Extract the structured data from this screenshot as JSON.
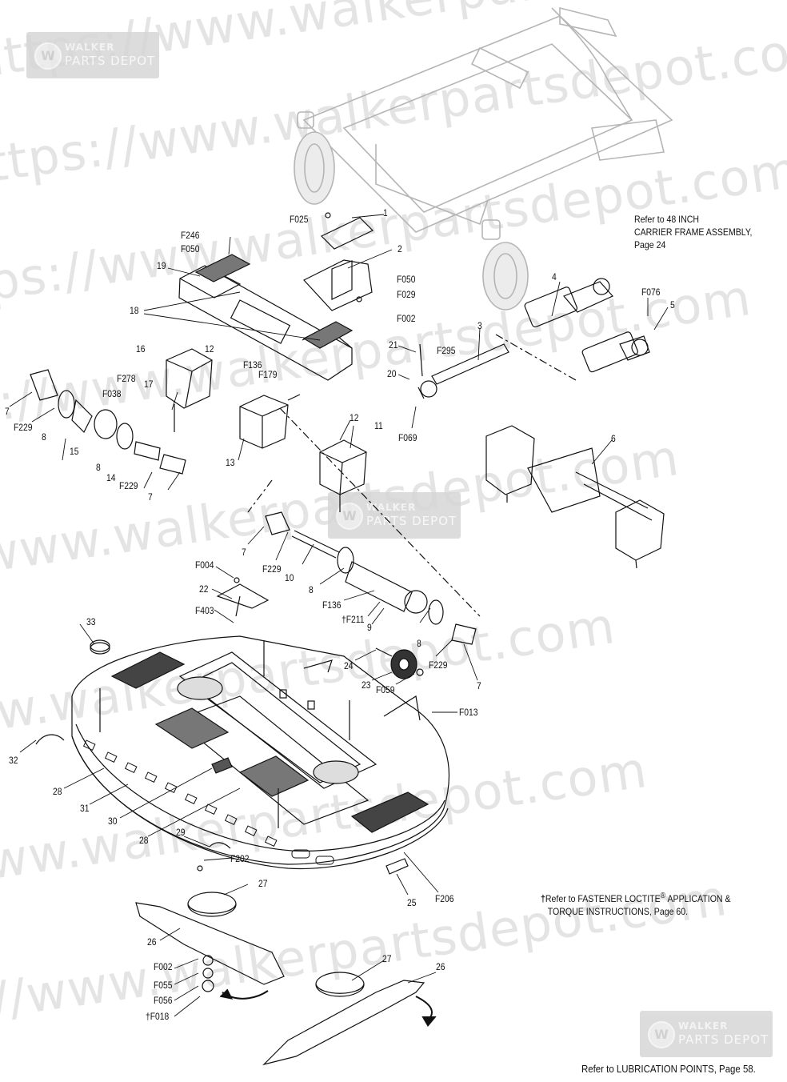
{
  "watermark": {
    "url_text": "https://www.walkerpartsdepot.com",
    "logo_line1": "WALKER",
    "logo_line2": "PARTS DEPOT",
    "logo_mark": "W"
  },
  "notes": {
    "carrier_frame": [
      "Refer to 48 INCH",
      "CARRIER FRAME ASSEMBLY,",
      "Page 24"
    ],
    "loctite_dagger": "†",
    "loctite_line1": "Refer to FASTENER LOCTITE",
    "loctite_reg": "®",
    "loctite_line1_end": " APPLICATION &",
    "loctite_line2": "TORQUE INSTRUCTIONS, Page 60.",
    "lubrication": "Refer to LUBRICATION POINTS, Page 58."
  },
  "callouts": [
    "F025",
    "1",
    "F246",
    "F050",
    "2",
    "F050",
    "F029",
    "F002",
    "19",
    "18",
    "4",
    "F076",
    "5",
    "3",
    "21",
    "F295",
    "20",
    "F069",
    "16",
    "12",
    "F136",
    "F179",
    "F278",
    "F038",
    "17",
    "7",
    "F229",
    "8",
    "15",
    "8",
    "14",
    "F229",
    "7",
    "13",
    "12",
    "11",
    "6",
    "7",
    "F229",
    "10",
    "8",
    "F004",
    "22",
    "F403",
    "F136",
    "†F211",
    "9",
    "8",
    "33",
    "24",
    "F229",
    "7",
    "23",
    "F059",
    "F013",
    "32",
    "28",
    "31",
    "30",
    "28",
    "29",
    "F202",
    "27",
    "25",
    "F206",
    "26",
    "F002",
    "F055",
    "F056",
    "†F018",
    "27",
    "26"
  ]
}
